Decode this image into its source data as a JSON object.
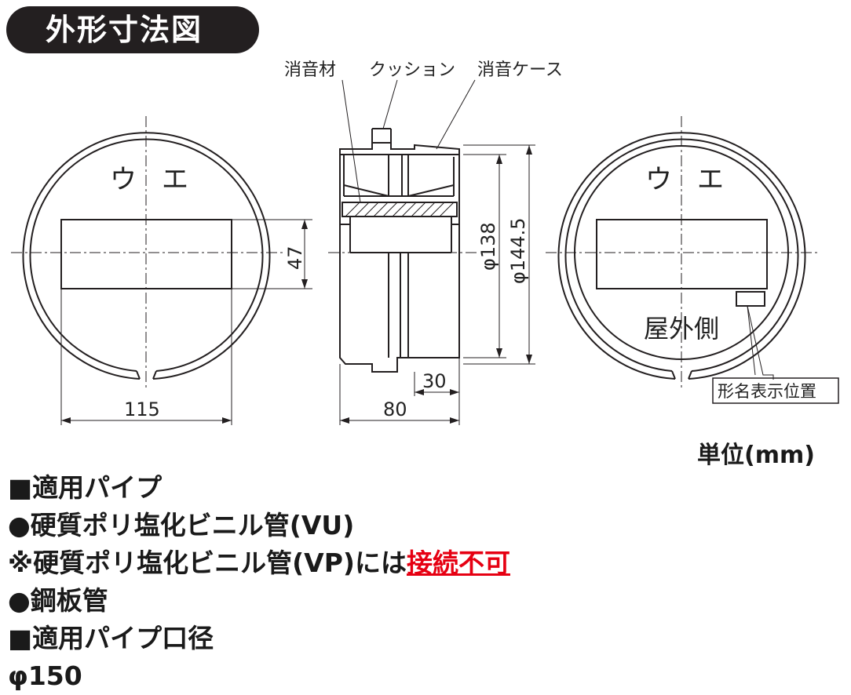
{
  "title": "外形寸法図",
  "labels": {
    "shouonzai": "消音材",
    "cushion": "クッション",
    "shouon_case": "消音ケース",
    "ue_u_left": "ウ",
    "ue_e_left": "エ",
    "ue_u_right": "ウ",
    "ue_e_right": "エ",
    "okugai": "屋外側",
    "model_pos": "形名表示位置"
  },
  "dims": {
    "w115": "115",
    "h47": "47",
    "d80": "80",
    "d30": "30",
    "phi138": "φ138",
    "phi144": "φ144.5"
  },
  "unit": "単位(mm)",
  "spec": {
    "line1": "■適用パイプ",
    "line2": "●硬質ポリ塩化ビニル管(VU)",
    "line3_prefix": "※硬質ポリ塩化ビニル管(VP)には",
    "line3_warn": "接続不可",
    "line4": "●鋼板管",
    "line5": "■適用パイプ口径",
    "line6": "φ150"
  },
  "colors": {
    "warning": "#e60012",
    "title_bg": "#231f20",
    "line": "#231f20"
  }
}
